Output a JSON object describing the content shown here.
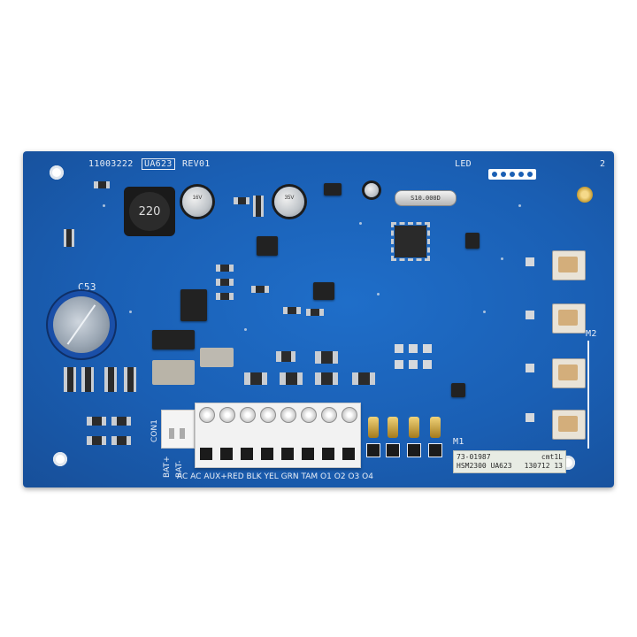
{
  "board": {
    "part_number": "11003222",
    "model_box": "UA623",
    "revision": "REV01",
    "led_label": "LED",
    "corner_label": "2",
    "capacitor_label": "C53",
    "relay_label": "M2",
    "m1_label": "M1",
    "connector_label": "CON1",
    "battery_plus": "BAT+",
    "battery_minus": "BAT-",
    "inductor_value": "220",
    "crystal_label": "S10.000D",
    "smd_cap_1": "16V",
    "smd_cap_2": "35V"
  },
  "sticker": {
    "line1": "73-01987",
    "line1_right": "cmt1L",
    "line2": "HSM2300 UA623",
    "line2_right": "130712 13"
  },
  "terminal_labels": [
    "AC",
    "AC",
    "AUX+",
    "RED",
    "BLK",
    "YEL",
    "GRN",
    "TAM",
    "O1",
    "O2",
    "O3",
    "O4"
  ],
  "colors": {
    "pcb": "#1a5fb4",
    "silkscreen": "#e9eef6",
    "terminal_block": "#f2f2f2"
  }
}
